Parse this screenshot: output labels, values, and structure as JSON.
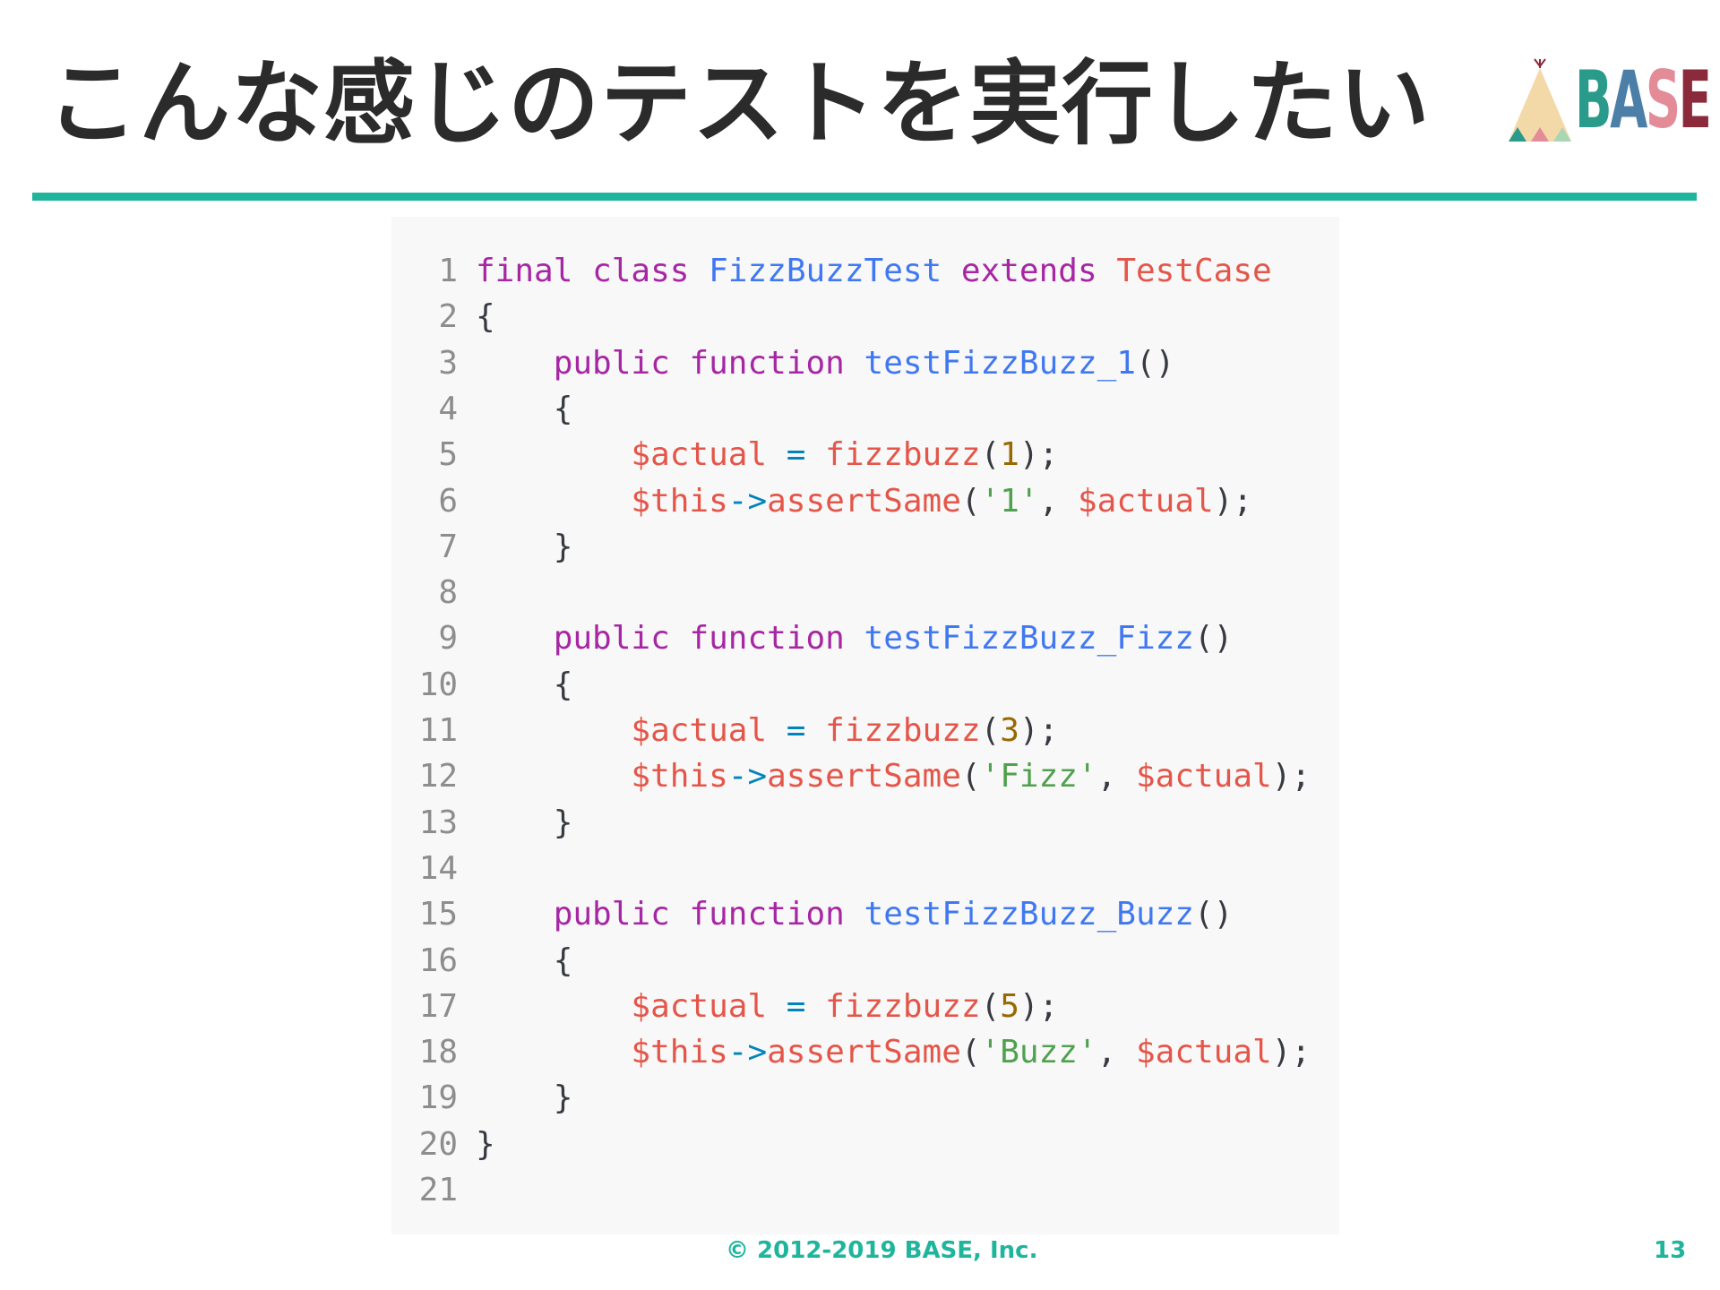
{
  "slide": {
    "title": "こんな感じのテストを実行したい",
    "footer": "© 2012-2019 BASE, Inc.",
    "page_number": "13"
  },
  "logo": {
    "letters": [
      "B",
      "A",
      "S",
      "E"
    ],
    "letter_colors": [
      "#2a9a8a",
      "#4b7fa8",
      "#e38b97",
      "#1fb59c"
    ],
    "tent_colors": [
      "#f4d9a8",
      "#2a9a8a",
      "#e38b97",
      "#a9d6b4"
    ],
    "accent_color": "#8b2a3a"
  },
  "colors": {
    "accent": "#1fb59c",
    "code_background": "#f8f8f8",
    "title_text": "#2b2b2b"
  },
  "code": {
    "language": "php",
    "lines": [
      {
        "num": "1",
        "tokens": [
          [
            "kw",
            "final"
          ],
          [
            "plain",
            " "
          ],
          [
            "kw",
            "class"
          ],
          [
            "plain",
            " "
          ],
          [
            "cls",
            "FizzBuzzTest"
          ],
          [
            "plain",
            " "
          ],
          [
            "kw",
            "extends"
          ],
          [
            "plain",
            " "
          ],
          [
            "var",
            "TestCase"
          ]
        ]
      },
      {
        "num": "2",
        "tokens": [
          [
            "punc",
            "{"
          ]
        ]
      },
      {
        "num": "3",
        "tokens": [
          [
            "plain",
            "    "
          ],
          [
            "kw",
            "public"
          ],
          [
            "plain",
            " "
          ],
          [
            "kw",
            "function"
          ],
          [
            "plain",
            " "
          ],
          [
            "fn",
            "testFizzBuzz_1"
          ],
          [
            "punc",
            "()"
          ]
        ]
      },
      {
        "num": "4",
        "tokens": [
          [
            "plain",
            "    "
          ],
          [
            "punc",
            "{"
          ]
        ]
      },
      {
        "num": "5",
        "tokens": [
          [
            "plain",
            "        "
          ],
          [
            "var",
            "$actual"
          ],
          [
            "plain",
            " "
          ],
          [
            "op",
            "="
          ],
          [
            "plain",
            " "
          ],
          [
            "var",
            "fizzbuzz"
          ],
          [
            "punc",
            "("
          ],
          [
            "num",
            "1"
          ],
          [
            "punc",
            ");"
          ]
        ]
      },
      {
        "num": "6",
        "tokens": [
          [
            "plain",
            "        "
          ],
          [
            "var",
            "$this"
          ],
          [
            "op",
            "->"
          ],
          [
            "var",
            "assertSame"
          ],
          [
            "punc",
            "("
          ],
          [
            "str",
            "'1'"
          ],
          [
            "punc",
            ","
          ],
          [
            "plain",
            " "
          ],
          [
            "var",
            "$actual"
          ],
          [
            "punc",
            ");"
          ]
        ]
      },
      {
        "num": "7",
        "tokens": [
          [
            "plain",
            "    "
          ],
          [
            "punc",
            "}"
          ]
        ]
      },
      {
        "num": "8",
        "tokens": []
      },
      {
        "num": "9",
        "tokens": [
          [
            "plain",
            "    "
          ],
          [
            "kw",
            "public"
          ],
          [
            "plain",
            " "
          ],
          [
            "kw",
            "function"
          ],
          [
            "plain",
            " "
          ],
          [
            "fn",
            "testFizzBuzz_Fizz"
          ],
          [
            "punc",
            "()"
          ]
        ]
      },
      {
        "num": "10",
        "tokens": [
          [
            "plain",
            "    "
          ],
          [
            "punc",
            "{"
          ]
        ]
      },
      {
        "num": "11",
        "tokens": [
          [
            "plain",
            "        "
          ],
          [
            "var",
            "$actual"
          ],
          [
            "plain",
            " "
          ],
          [
            "op",
            "="
          ],
          [
            "plain",
            " "
          ],
          [
            "var",
            "fizzbuzz"
          ],
          [
            "punc",
            "("
          ],
          [
            "num",
            "3"
          ],
          [
            "punc",
            ");"
          ]
        ]
      },
      {
        "num": "12",
        "tokens": [
          [
            "plain",
            "        "
          ],
          [
            "var",
            "$this"
          ],
          [
            "op",
            "->"
          ],
          [
            "var",
            "assertSame"
          ],
          [
            "punc",
            "("
          ],
          [
            "str",
            "'Fizz'"
          ],
          [
            "punc",
            ","
          ],
          [
            "plain",
            " "
          ],
          [
            "var",
            "$actual"
          ],
          [
            "punc",
            ");"
          ]
        ]
      },
      {
        "num": "13",
        "tokens": [
          [
            "plain",
            "    "
          ],
          [
            "punc",
            "}"
          ]
        ]
      },
      {
        "num": "14",
        "tokens": []
      },
      {
        "num": "15",
        "tokens": [
          [
            "plain",
            "    "
          ],
          [
            "kw",
            "public"
          ],
          [
            "plain",
            " "
          ],
          [
            "kw",
            "function"
          ],
          [
            "plain",
            " "
          ],
          [
            "fn",
            "testFizzBuzz_Buzz"
          ],
          [
            "punc",
            "()"
          ]
        ]
      },
      {
        "num": "16",
        "tokens": [
          [
            "plain",
            "    "
          ],
          [
            "punc",
            "{"
          ]
        ]
      },
      {
        "num": "17",
        "tokens": [
          [
            "plain",
            "        "
          ],
          [
            "var",
            "$actual"
          ],
          [
            "plain",
            " "
          ],
          [
            "op",
            "="
          ],
          [
            "plain",
            " "
          ],
          [
            "var",
            "fizzbuzz"
          ],
          [
            "punc",
            "("
          ],
          [
            "num",
            "5"
          ],
          [
            "punc",
            ");"
          ]
        ]
      },
      {
        "num": "18",
        "tokens": [
          [
            "plain",
            "        "
          ],
          [
            "var",
            "$this"
          ],
          [
            "op",
            "->"
          ],
          [
            "var",
            "assertSame"
          ],
          [
            "punc",
            "("
          ],
          [
            "str",
            "'Buzz'"
          ],
          [
            "punc",
            ","
          ],
          [
            "plain",
            " "
          ],
          [
            "var",
            "$actual"
          ],
          [
            "punc",
            ");"
          ]
        ]
      },
      {
        "num": "19",
        "tokens": [
          [
            "plain",
            "    "
          ],
          [
            "punc",
            "}"
          ]
        ]
      },
      {
        "num": "20",
        "tokens": [
          [
            "punc",
            "}"
          ]
        ]
      },
      {
        "num": "21",
        "tokens": []
      }
    ]
  }
}
